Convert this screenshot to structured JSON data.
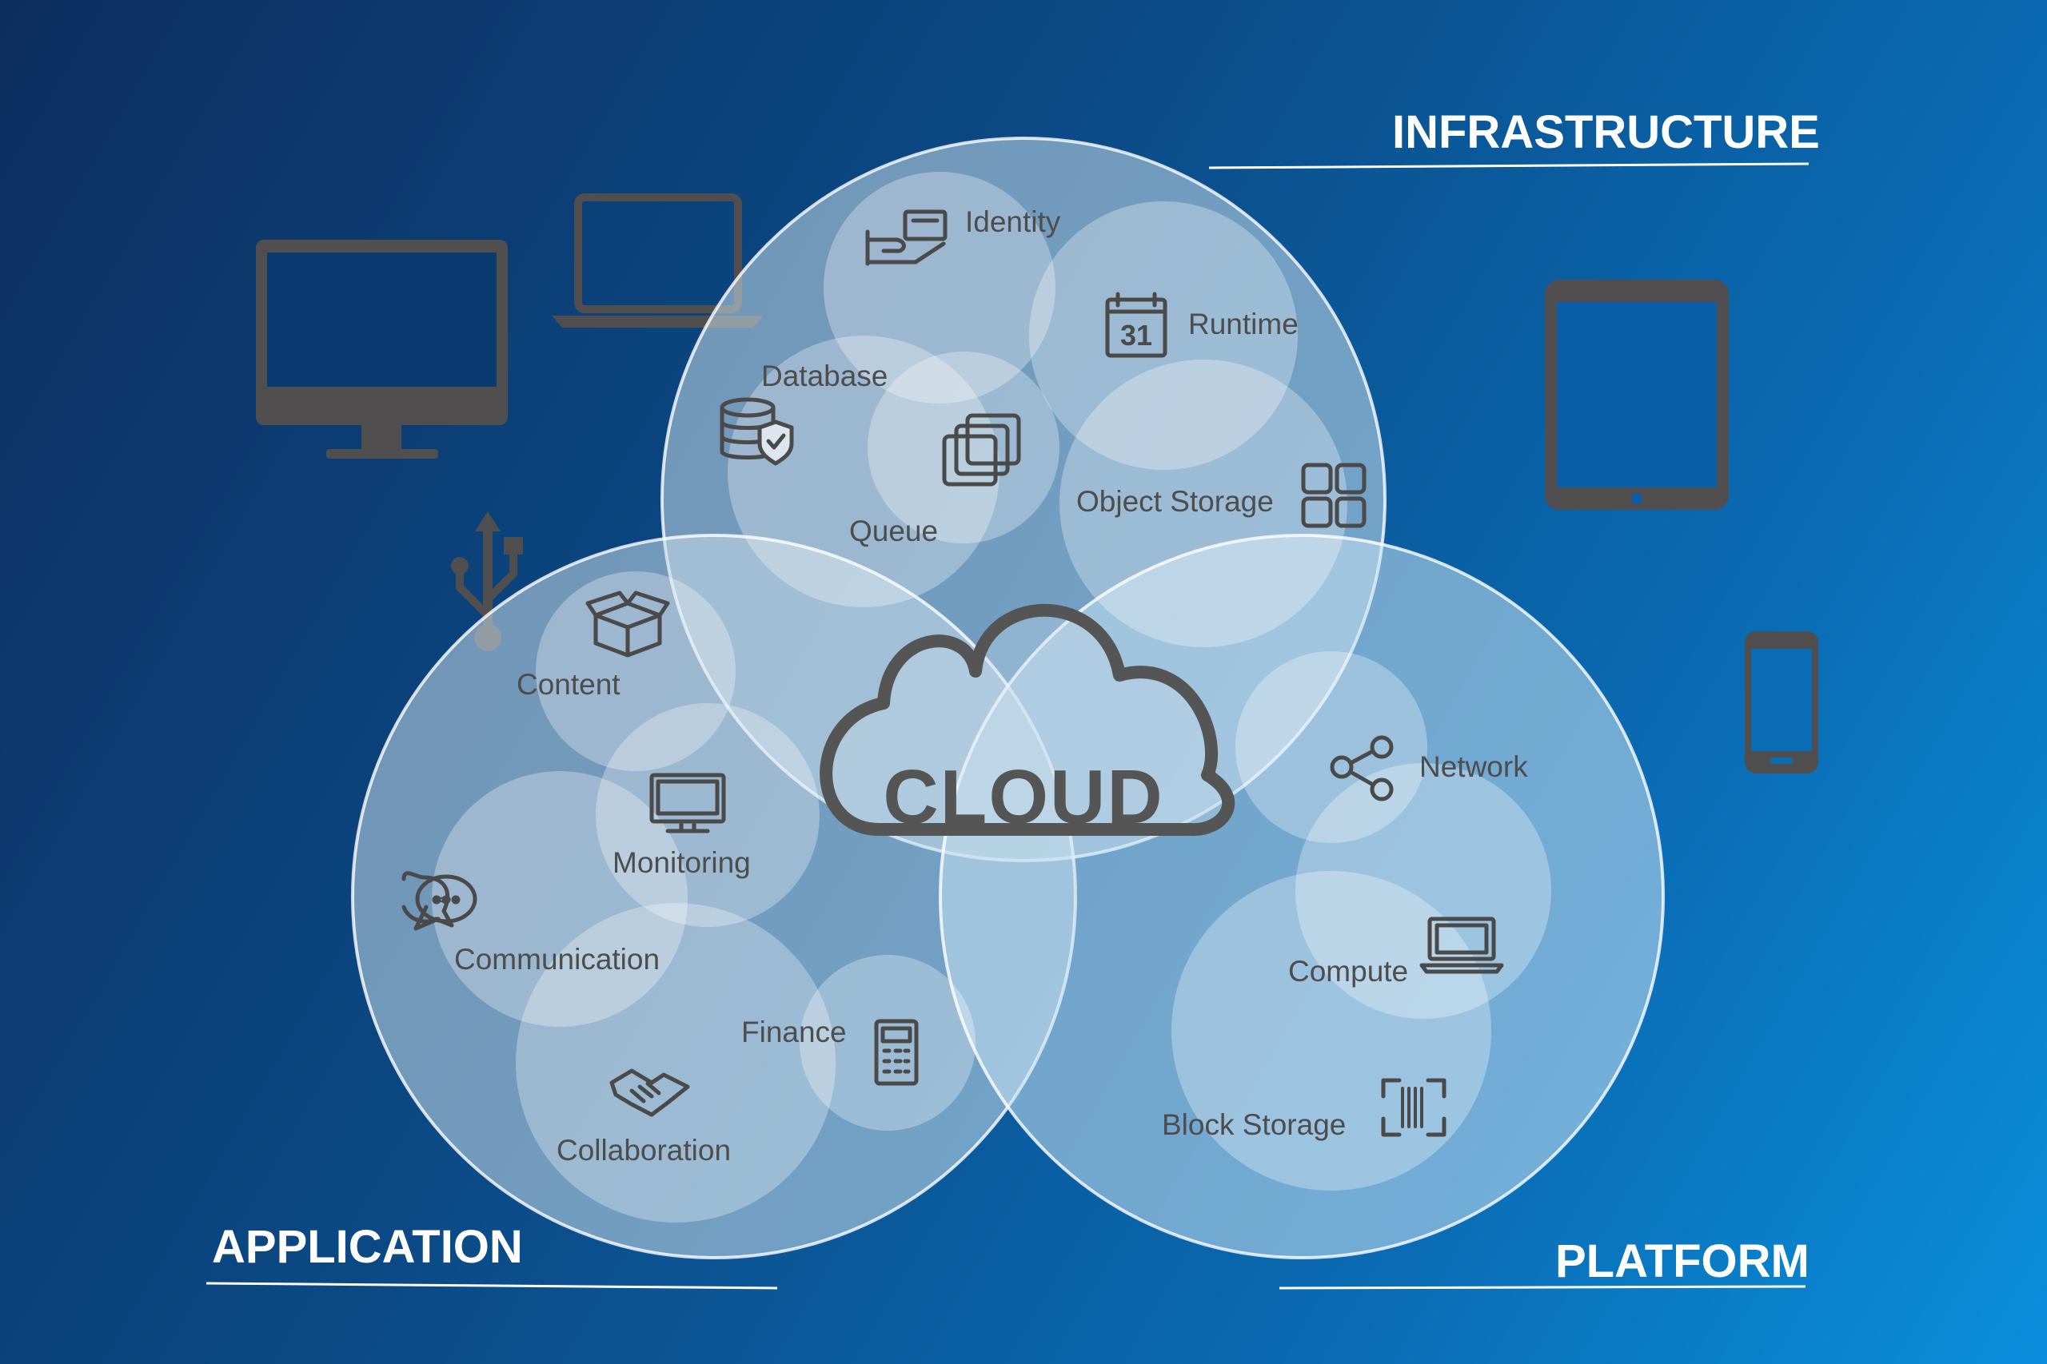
{
  "sections": {
    "infrastructure": "INFRASTRUCTURE",
    "application": "APPLICATION",
    "platform": "PLATFORM"
  },
  "center": {
    "label": "CLOUD"
  },
  "infrastructure_items": {
    "identity": "Identity",
    "runtime": "Runtime",
    "database": "Database",
    "queue": "Queue",
    "object_storage": "Object Storage",
    "calendar_day": "31"
  },
  "application_items": {
    "content": "Content",
    "monitoring": "Monitoring",
    "communication": "Communication",
    "finance": "Finance",
    "collaboration": "Collaboration"
  },
  "platform_items": {
    "network": "Network",
    "compute": "Compute",
    "block_storage": "Block Storage"
  },
  "colors": {
    "background_start": "#0c2e5e",
    "background_end": "#0a8fdc",
    "circle_fill": "#c8dcea",
    "icon_gray": "#4a4a4a",
    "heading_white": "#ffffff"
  }
}
